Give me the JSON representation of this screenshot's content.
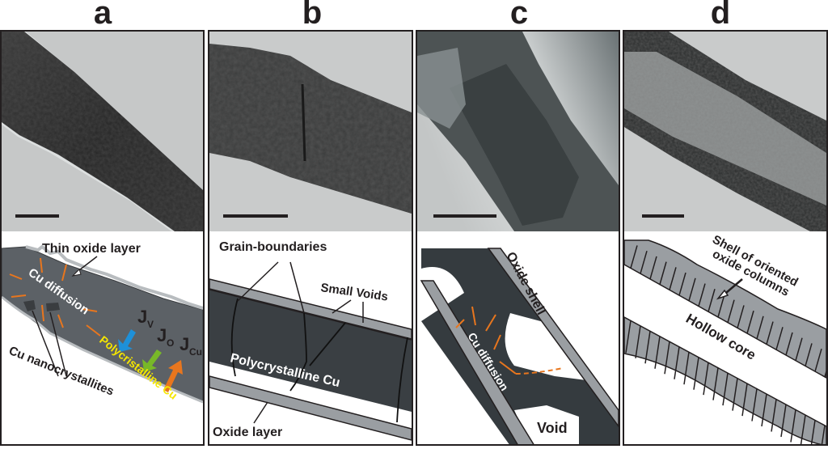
{
  "figure": {
    "panels": [
      {
        "label": "a",
        "schematic": {
          "thin_oxide_label": "Thin oxide layer",
          "diffusion_label": "Cu diffusion",
          "fluxes": [
            {
              "symbol": "J",
              "sub": "V",
              "color": "#1e90d8"
            },
            {
              "symbol": "J",
              "sub": "O",
              "color": "#78b828"
            },
            {
              "symbol": "J",
              "sub": "Cu",
              "color": "#e8761e"
            }
          ],
          "core_label": "Polycristalline Cu",
          "nanocrystallites_label": "Cu nanocrystallites"
        }
      },
      {
        "label": "b",
        "schematic": {
          "grain_boundaries_label": "Grain-boundaries",
          "small_voids_label": "Small Voids",
          "core_label": "Polycrystalline Cu",
          "oxide_label": "Oxide layer"
        }
      },
      {
        "label": "c",
        "schematic": {
          "shell_label": "Oxide shell",
          "diffusion_label": "Cu diffusion",
          "void_label": "Void"
        }
      },
      {
        "label": "d",
        "schematic": {
          "shell_label_line1": "Shell of oriented",
          "shell_label_line2": "oxide columns",
          "core_label": "Hollow core"
        }
      }
    ],
    "colors": {
      "copper_dark": "#3d4347",
      "copper_mid": "#5c6166",
      "oxide_gray": "#9a9ea2",
      "arrow_orange": "#e8761e",
      "label_yellow": "#f5e600",
      "frame": "#231f20",
      "tem_background": "#c9cbcb"
    }
  }
}
